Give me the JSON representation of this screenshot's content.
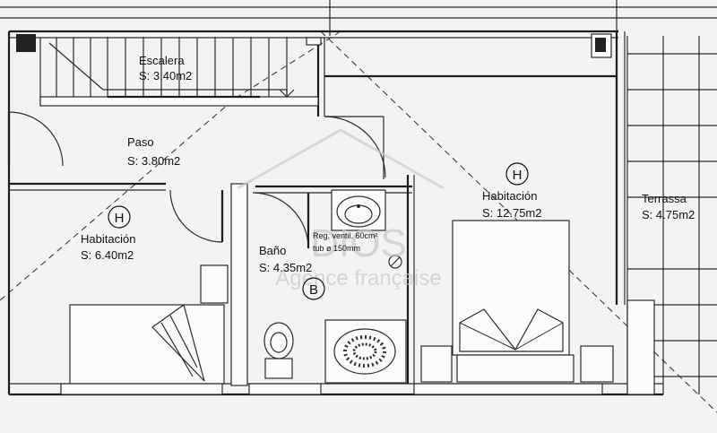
{
  "watermark": {
    "brand": "DIOS",
    "line2": "Agence française"
  },
  "rooms": [
    {
      "id": "escalera",
      "name": "Escalera",
      "area": "S: 3.40m2"
    },
    {
      "id": "paso",
      "name": "Paso",
      "area": "S: 3.80m2"
    },
    {
      "id": "habitacion-1",
      "name": "Habitación",
      "area": "S: 6.40m2",
      "badge": "H"
    },
    {
      "id": "bano",
      "name": "Baño",
      "area": "S: 4.35m2",
      "badge": "B"
    },
    {
      "id": "habitacion-2",
      "name": "Habitación",
      "area": "S: 12.75m2",
      "badge": "H"
    },
    {
      "id": "terrassa",
      "name": "Terrassa",
      "area": "S: 4.75m2"
    }
  ],
  "ventilation_note": {
    "line1": "Reg. ventil. 60cm²",
    "line2": "tub ø 150mm"
  }
}
